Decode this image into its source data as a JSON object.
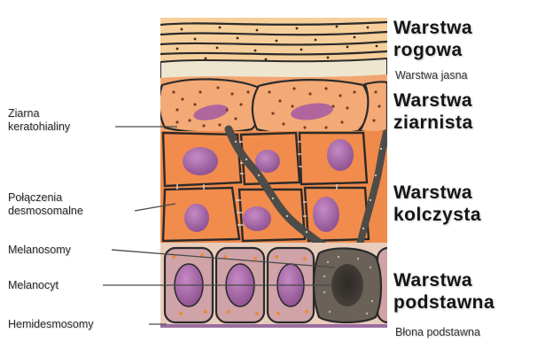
{
  "layers": {
    "corneum": {
      "line1": "Warstwa",
      "line2": "rogowa"
    },
    "lucidum": {
      "label": "Warstwa jasna"
    },
    "granulosum": {
      "line1": "Warstwa",
      "line2": "ziarnista"
    },
    "spinosum": {
      "line1": "Warstwa",
      "line2": "kolczysta"
    },
    "basale": {
      "line1": "Warstwa",
      "line2": "podstawna"
    },
    "basement_membrane": {
      "label": "Błona podstawna"
    }
  },
  "callouts": {
    "keratohyalin": {
      "line1": "Ziarna",
      "line2": "keratohialiny"
    },
    "desmosomes": {
      "line1": "Połączenia",
      "line2": "desmosomalne"
    },
    "melanosomes": {
      "label": "Melanosomy"
    },
    "melanocyte": {
      "label": "Melanocyt"
    },
    "hemidesmosomes": {
      "label": "Hemidesmosomy"
    }
  },
  "colors": {
    "corneum": "#f6cf9a",
    "lucidum": "#efe6cf",
    "granulosum": "#f1a570",
    "spinosum": "#f08a4b",
    "nucleus": "#a763a7",
    "basal_cell": "#cfa3a8",
    "melanocyte": "#6a6258",
    "membrane": "#9b6ca0"
  }
}
